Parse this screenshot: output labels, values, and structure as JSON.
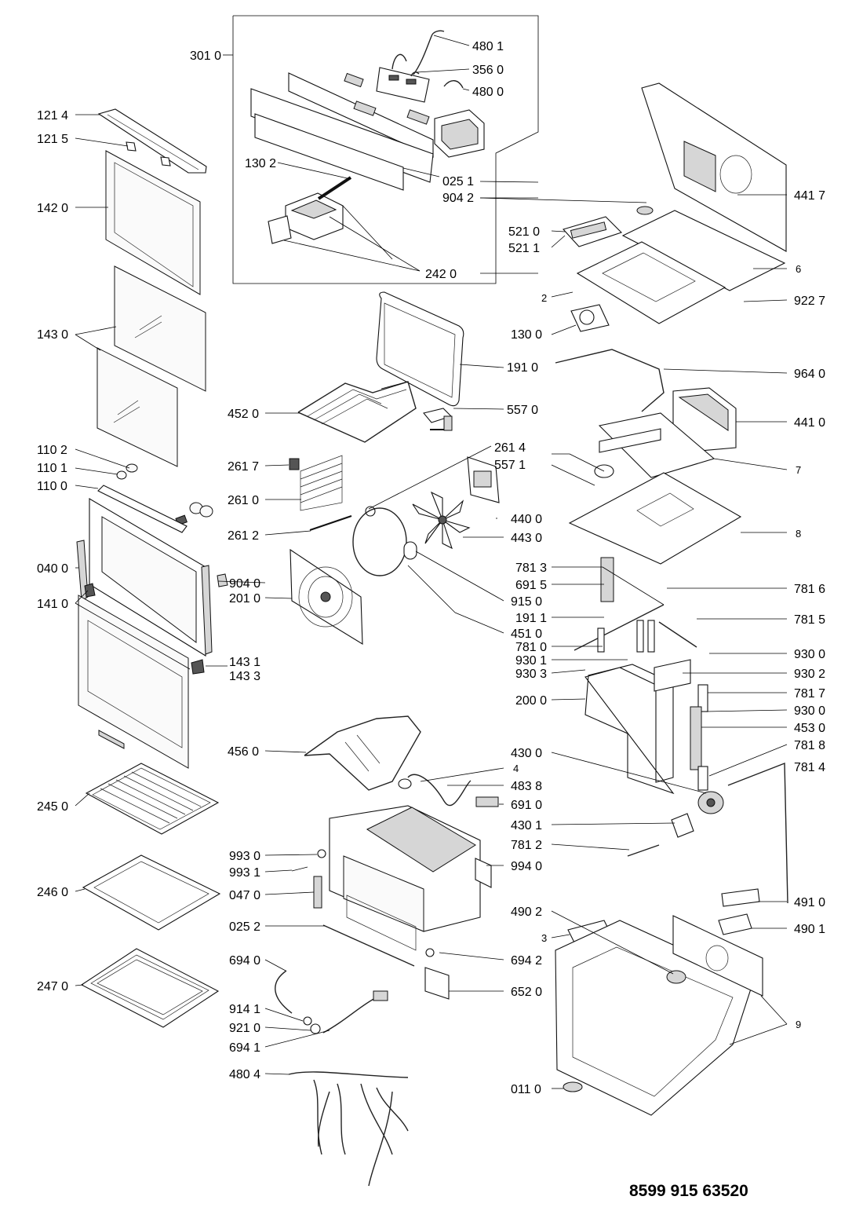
{
  "document_number": "8599 915 63520",
  "labels": {
    "l3010": "301 0",
    "l4801": "480 1",
    "l3560": "356 0",
    "l4800": "480 0",
    "l1214": "121 4",
    "l1215": "121 5",
    "l1302": "130 2",
    "l0251": "025 1",
    "l9042": "904 2",
    "l4417": "441 7",
    "l1420": "142 0",
    "l5210": "521 0",
    "l5211": "521 1",
    "l2420": "242 0",
    "l6": "6",
    "l2": "2",
    "l9227": "922 7",
    "l1300": "130 0",
    "l1430": "143 0",
    "l1910": "191 0",
    "l9640": "964 0",
    "l4520": "452 0",
    "l5570": "557 0",
    "l4410": "441 0",
    "l1102": "110 2",
    "l2614": "261 4",
    "l1101": "110 1",
    "l5571": "557 1",
    "l7": "7",
    "l1100": "110 0",
    "l2617": "261 7",
    "l2610": "261 0",
    "l4400": "440 0",
    "l2612": "261 2",
    "l4430": "443 0",
    "l8": "8",
    "l0400": "040 0",
    "l7813": "781 3",
    "l6915": "691 5",
    "l9040": "904 0",
    "l2010": "201 0",
    "l9150": "915 0",
    "l1410": "141 0",
    "l7816": "781 6",
    "l4510": "451 0",
    "l1911": "191 1",
    "l7815": "781 5",
    "l7810": "781 0",
    "l9301": "930 1",
    "l9300a": "930 0",
    "l1431": "143 1",
    "l1433": "143 3",
    "l9303": "930 3",
    "l9302": "930 2",
    "l2000": "200 0",
    "l7817": "781 7",
    "l9300b": "930 0",
    "l4530": "453 0",
    "l4560": "456 0",
    "l4300": "430 0",
    "l7818": "781 8",
    "l4": "4",
    "l7814": "781 4",
    "l2450": "245 0",
    "l4838": "483 8",
    "l6910": "691 0",
    "l4301": "430 1",
    "l9930": "993 0",
    "l7812": "781 2",
    "l9931": "993 1",
    "l9940": "994 0",
    "l2460": "246 0",
    "l0470": "047 0",
    "l4910": "491 0",
    "l4902": "490 2",
    "l0252": "025 2",
    "l3": "3",
    "l4901": "490 1",
    "l6940": "694 0",
    "l6942": "694 2",
    "l2470": "247 0",
    "l6520": "652 0",
    "l9": "9",
    "l9141": "914 1",
    "l9210": "921 0",
    "l6941": "694 1",
    "l4804": "480 4",
    "l0110": "011 0"
  }
}
